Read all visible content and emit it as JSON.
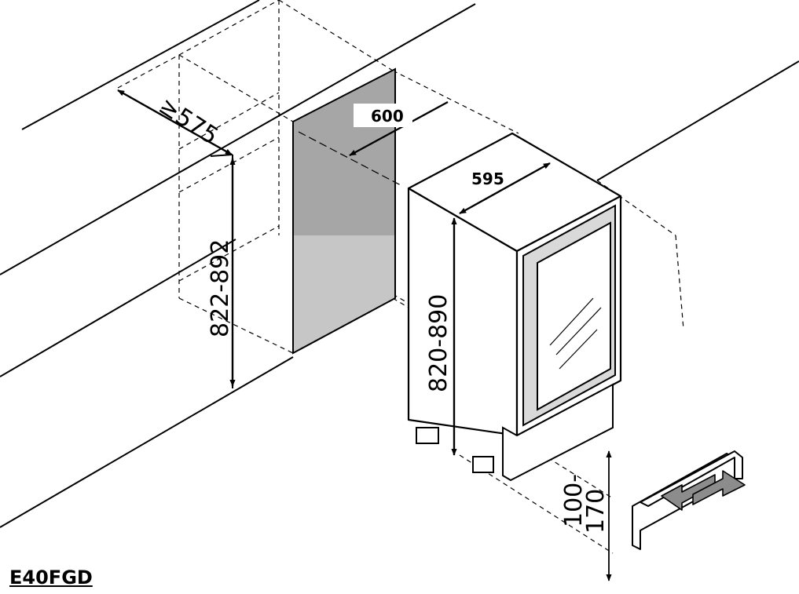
{
  "model": "E40FGD",
  "dimensions": {
    "niche_depth": "≥575",
    "niche_height": "822-892",
    "niche_width": "600",
    "appliance_width": "595",
    "appliance_height": "820-890",
    "plinth_height_top": "100-",
    "plinth_height_bottom": "170"
  },
  "colors": {
    "line": "#000000",
    "niche_back_upper": "#a6a6a6",
    "niche_back_lower": "#c6c6c6",
    "arrow_grey": "#8c8c8c"
  }
}
